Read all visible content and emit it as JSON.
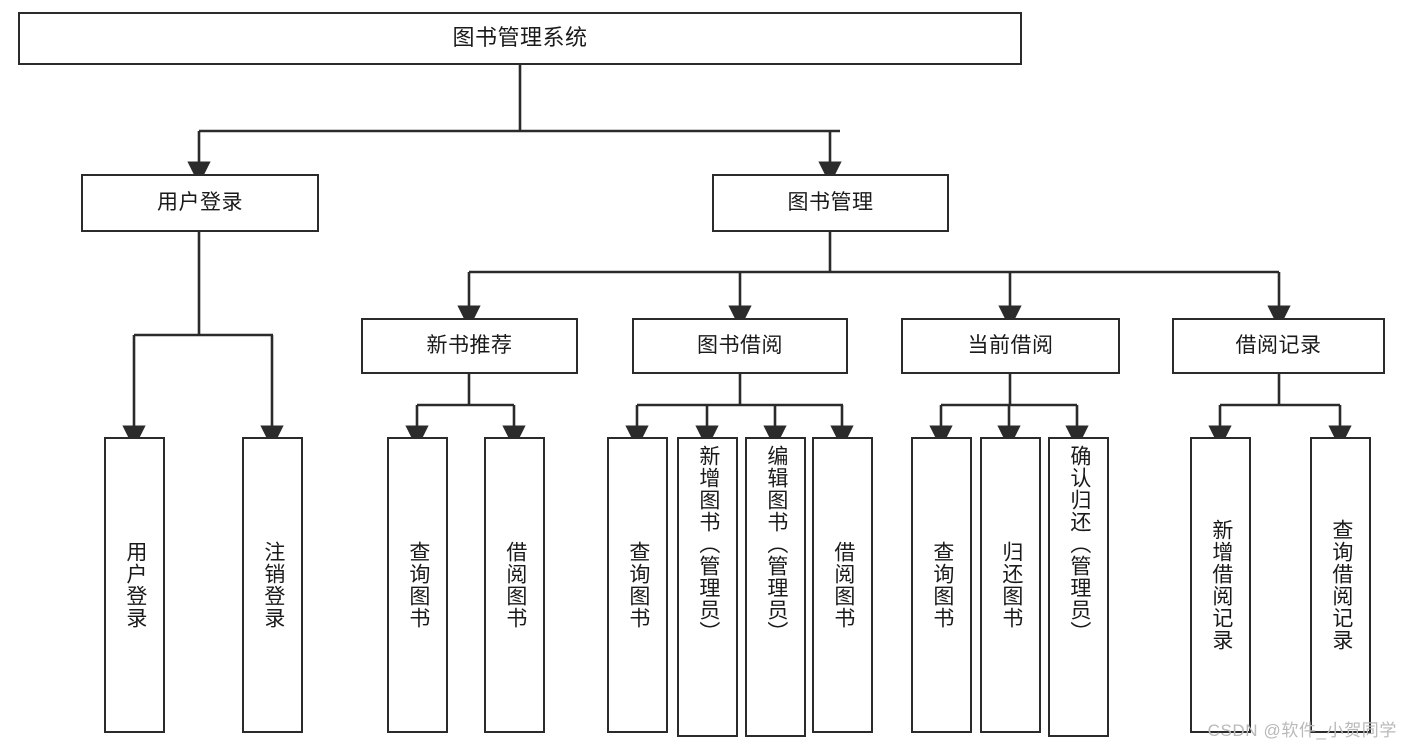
{
  "diagram": {
    "title": "图书管理系统",
    "watermark": "CSDN @软件_小贺同学",
    "stroke_color": "#2b2b2b",
    "background_color": "#ffffff",
    "text_color": "#1a1a1a",
    "root": {
      "label": "图书管理系统"
    },
    "level2": [
      {
        "label": "用户登录"
      },
      {
        "label": "图书管理"
      }
    ],
    "level3": [
      {
        "label": "新书推荐"
      },
      {
        "label": "图书借阅"
      },
      {
        "label": "当前借阅"
      },
      {
        "label": "借阅记录"
      }
    ],
    "leaves": {
      "user_login": [
        {
          "label": "用户登录"
        },
        {
          "label": "注销登录"
        }
      ],
      "new_book_recommend": [
        {
          "label": "查询图书"
        },
        {
          "label": "借阅图书"
        }
      ],
      "book_borrow": [
        {
          "label": "查询图书"
        },
        {
          "label": "新增图书（管理员）"
        },
        {
          "label": "编辑图书（管理员）"
        },
        {
          "label": "借阅图书"
        }
      ],
      "current_borrow": [
        {
          "label": "查询图书"
        },
        {
          "label": "归还图书"
        },
        {
          "label": "确认归还（管理员）"
        }
      ],
      "borrow_record": [
        {
          "label": "新增借阅记录"
        },
        {
          "label": "查询借阅记录"
        }
      ]
    }
  }
}
